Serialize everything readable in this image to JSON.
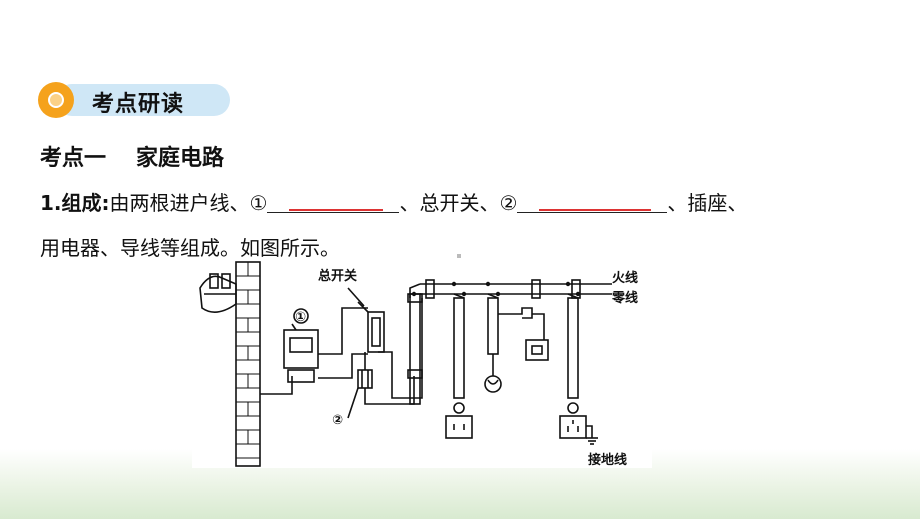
{
  "section_tag": {
    "label": "考点研读"
  },
  "heading": {
    "part1": "考点一",
    "part2": "家庭电路"
  },
  "paragraph": {
    "num": "1.组成:",
    "t1": "由两根进户线、①",
    "t2": "、总开关、②",
    "t3": "、插座、",
    "line2": "用电器、导线等组成。如图所示。"
  },
  "diagram": {
    "label_main_switch": "总开关",
    "label_circle1": "①",
    "label_circle2": "②",
    "label_live": "火线",
    "label_neutral": "零线",
    "label_ground": "接地线"
  }
}
